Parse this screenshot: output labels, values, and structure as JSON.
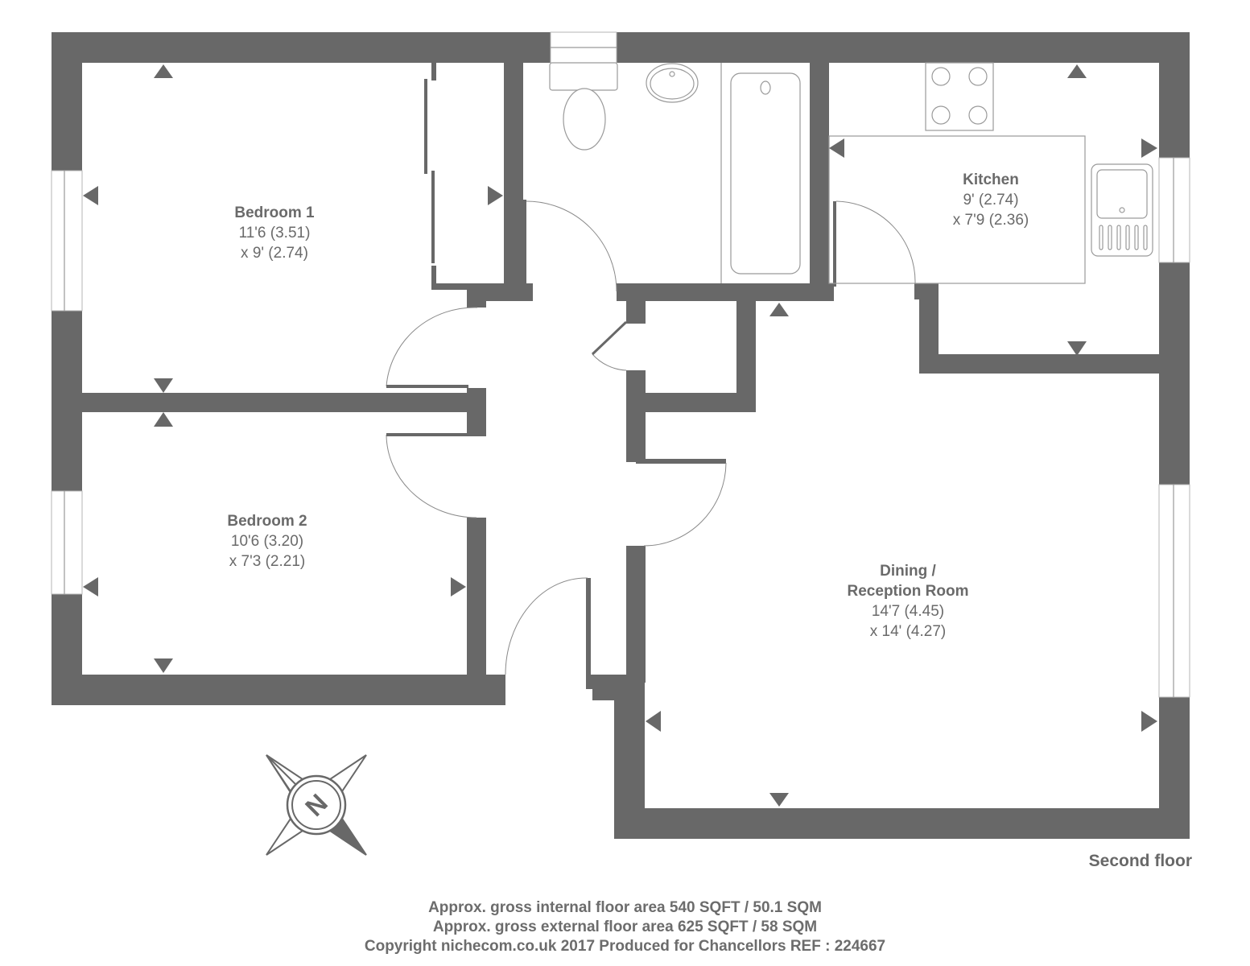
{
  "plan": {
    "floor_label": "Second floor",
    "wall_color": "#686868",
    "rooms": [
      {
        "id": "bedroom-1",
        "name": "Bedroom 1",
        "dim1": "11'6 (3.51)",
        "dim2": "x 9' (2.74)"
      },
      {
        "id": "bedroom-2",
        "name": "Bedroom 2",
        "dim1": "10'6 (3.20)",
        "dim2": "x 7'3 (2.21)"
      },
      {
        "id": "kitchen",
        "name": "Kitchen",
        "dim1": "9' (2.74)",
        "dim2": "x 7'9 (2.36)"
      },
      {
        "id": "dining-reception",
        "name": "Dining /",
        "name2": "Reception Room",
        "dim1": "14'7 (4.45)",
        "dim2": "x 14' (4.27)"
      }
    ],
    "compass": {
      "icon": "compass-north-icon",
      "letter": "N"
    }
  },
  "footer": {
    "internal_area": "Approx. gross internal floor area 540 SQFT / 50.1 SQM",
    "external_area": "Approx. gross external floor area 625 SQFT / 58 SQM",
    "copyright": "Copyright nichecom.co.uk 2017 Produced for Chancellors REF : 224667"
  }
}
